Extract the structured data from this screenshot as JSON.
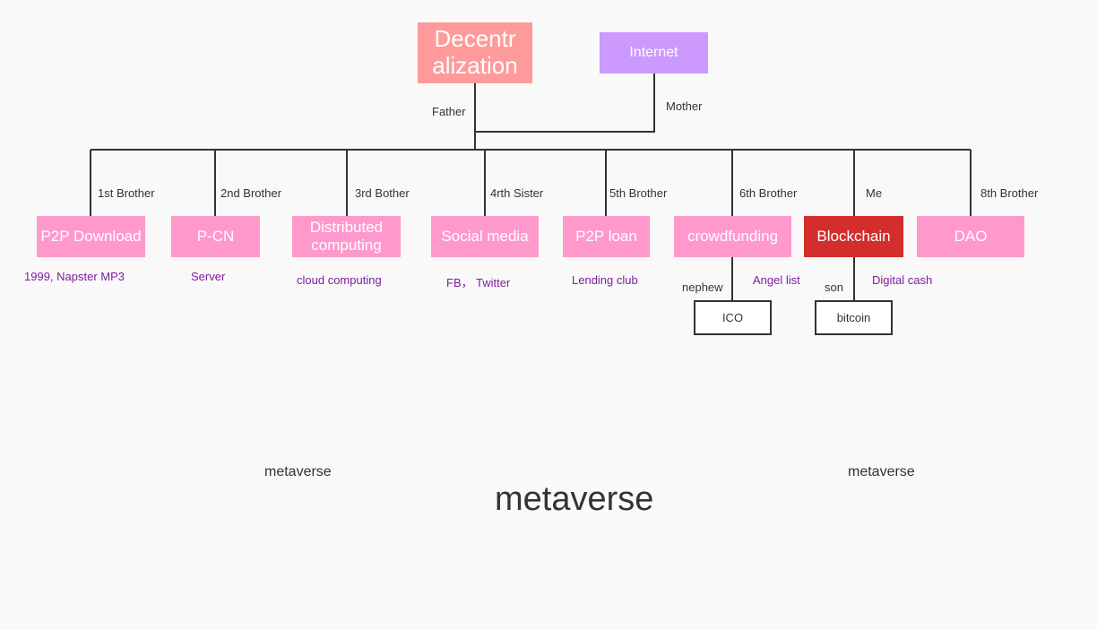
{
  "root": {
    "label": "Decentr alization"
  },
  "mother_node": {
    "label": "Internet"
  },
  "parent_labels": {
    "father": "Father",
    "mother": "Mother"
  },
  "children": [
    {
      "label": "P2P Download",
      "relation": "1st Brother",
      "note": "1999, Napster MP3"
    },
    {
      "label": "P-CN",
      "relation": "2nd Brother",
      "note": "Server"
    },
    {
      "label": "Distributed computing",
      "relation": "3rd Bother",
      "note": "cloud computing"
    },
    {
      "label": "Social media",
      "relation": "4rth Sister",
      "note": "FB， Twitter"
    },
    {
      "label": "P2P loan",
      "relation": "5th Brother",
      "note": "Lending club"
    },
    {
      "label": "crowdfunding",
      "relation": "6th Brother",
      "note": "Angel list"
    },
    {
      "label": "Blockchain",
      "relation": "Me",
      "note": "Digital cash"
    },
    {
      "label": "DAO",
      "relation": "8th Brother",
      "note": ""
    }
  ],
  "grandchildren": [
    {
      "label": "ICO",
      "relation": "nephew"
    },
    {
      "label": "bitcoin",
      "relation": "son"
    }
  ],
  "footer": {
    "left": "metaverse",
    "center": "metaverse",
    "right": "metaverse"
  },
  "colors": {
    "root": "#ff9a9a",
    "mother_node": "#cc99ff",
    "child": "#ff99cc",
    "me": "#d42d2d",
    "note_text": "#7b1f9e",
    "line": "#333333"
  }
}
